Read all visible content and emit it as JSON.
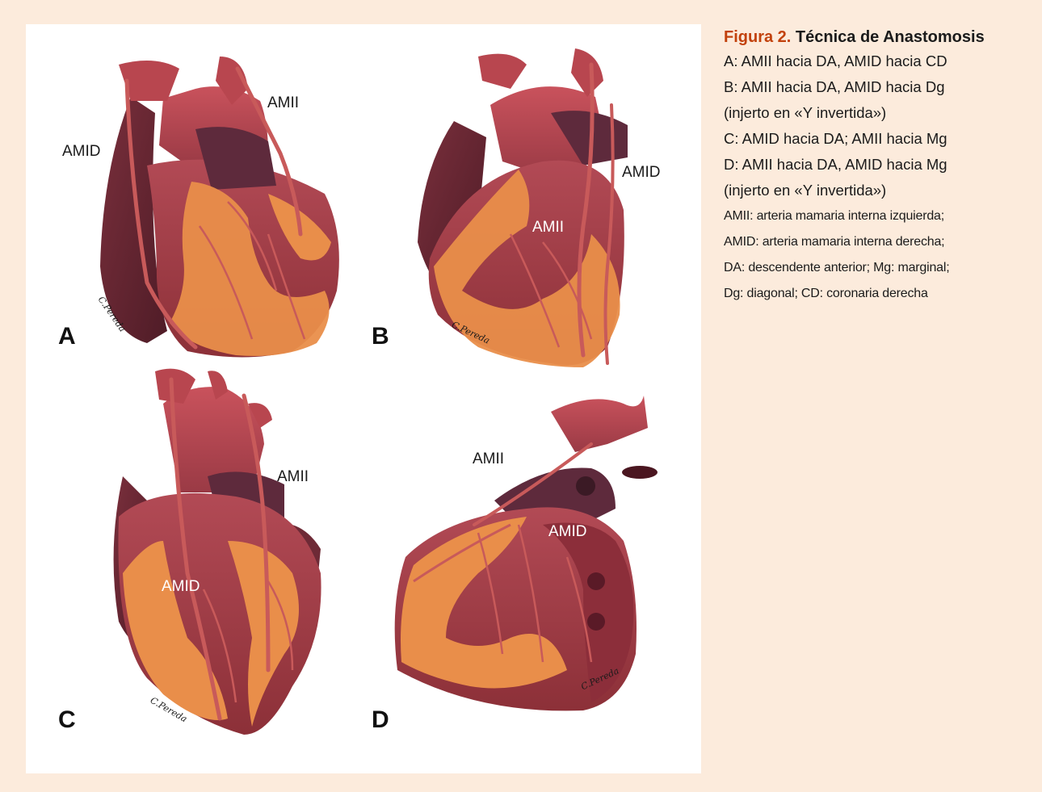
{
  "panels": {
    "a": {
      "letter": "A",
      "label_1": "AMID",
      "label_2": "AMII",
      "signature": "C.Pereda"
    },
    "b": {
      "letter": "B",
      "label_1": "AMID",
      "label_2": "AMII",
      "signature": "C.Pereda"
    },
    "c": {
      "letter": "C",
      "label_1": "AMII",
      "label_2": "AMID",
      "signature": "C.Pereda"
    },
    "d": {
      "letter": "D",
      "label_1": "AMII",
      "label_2": "AMID",
      "signature": "C.Pereda"
    }
  },
  "caption": {
    "figure_number": "Figura 2.",
    "title": "Técnica de Anastomosis",
    "lines": [
      "A: AMII hacia DA, AMID hacia CD",
      "B: AMII hacia DA, AMID hacia Dg",
      "(injerto en «Y invertida»)",
      "C: AMID hacia DA; AMII hacia Mg",
      "D: AMII hacia DA, AMID hacia Mg",
      "(injerto en «Y invertida»)"
    ],
    "abbreviations": [
      "AMII: arteria mamaria interna izquierda;",
      "AMID: arteria mamaria interna derecha;",
      "DA: descendente anterior; Mg: marginal;",
      "Dg: diagonal; CD: coronaria derecha"
    ]
  },
  "colors": {
    "page_background": "#fcebdc",
    "figure_background": "#ffffff",
    "figure_number": "#c2410c",
    "heart_dark": "#6e2a36",
    "heart_mid": "#a8404a",
    "heart_fat": "#e98e4a",
    "artery": "#c85a5a"
  }
}
